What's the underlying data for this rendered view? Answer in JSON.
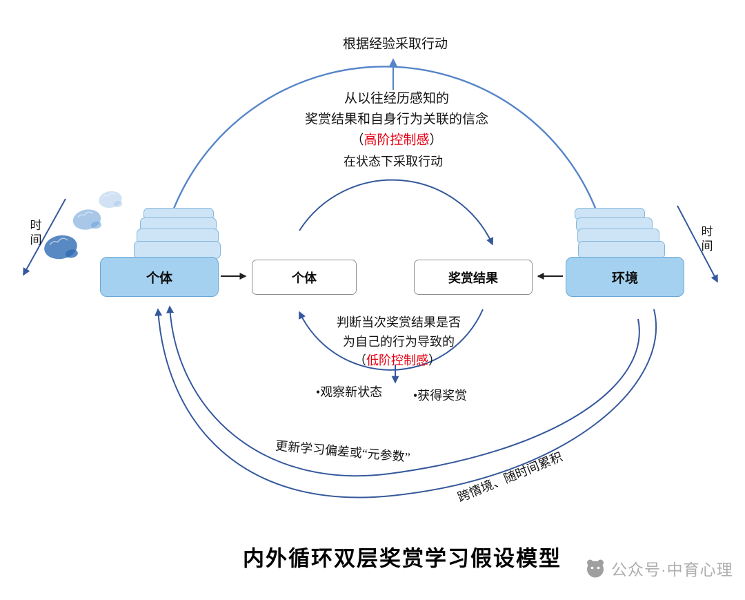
{
  "title": "内外循环双层奖赏学习假设模型",
  "watermark": {
    "text": "公众号·中育心理"
  },
  "time_axis": {
    "left": "时间",
    "right": "时间"
  },
  "boxes": {
    "agent_left": "个体",
    "agent_inner": "个体",
    "reward_outcome": "奖赏结果",
    "environment": "环境"
  },
  "outer_loop": {
    "top_action": "根据经验采取行动",
    "belief_line1": "从以往经历感知的",
    "belief_line2": "奖赏结果和自身行为关联的信念",
    "paren_open": "（",
    "high_order_control": "高阶控制感",
    "paren_close": "）",
    "update_label": "更新学习偏差或“元参数”",
    "accumulate_label": "跨情境、随时间累积"
  },
  "inner_loop": {
    "state_action": "在状态下采取行动",
    "judge_line1": "判断当次奖赏结果是否",
    "judge_line2": "为自己的行为导致的",
    "paren_open": "（",
    "low_order_control": "低阶控制感",
    "paren_close": "）",
    "observe_state": "•观察新状态",
    "get_reward": "•获得奖赏"
  },
  "colors": {
    "outer_arc": "#5585c8",
    "inner_arc": "#35589c",
    "dark_arrow": "#222222",
    "highlight_red": "#e60012",
    "box_fill": "#a5d1f0",
    "box_border": "#69a8d8"
  }
}
